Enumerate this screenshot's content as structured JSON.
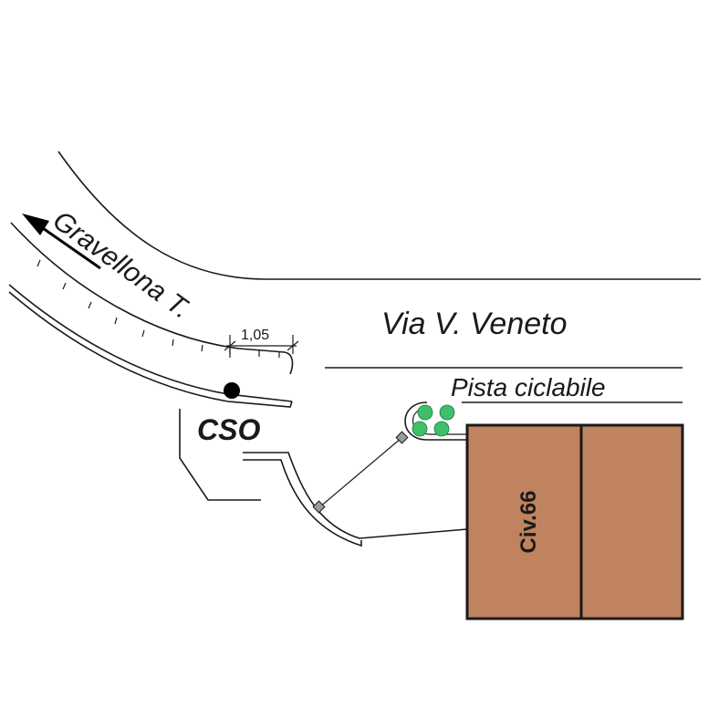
{
  "labels": {
    "direction": "Gravellona T.",
    "street": "Via V. Veneto",
    "bike_lane": "Pista ciclabile",
    "stop_code": "CSO",
    "building": "Civ.66",
    "dimension": "1,05"
  },
  "colors": {
    "building_fill": "#bf8360",
    "line": "#1a1a1a",
    "shrub": "#3fbf6a",
    "node": "#9a9a9a"
  },
  "icons": {
    "direction_arrow": "arrow-left-icon",
    "stop_marker": "bus-stop-dot-icon",
    "shrubs": "shrub-icon"
  }
}
